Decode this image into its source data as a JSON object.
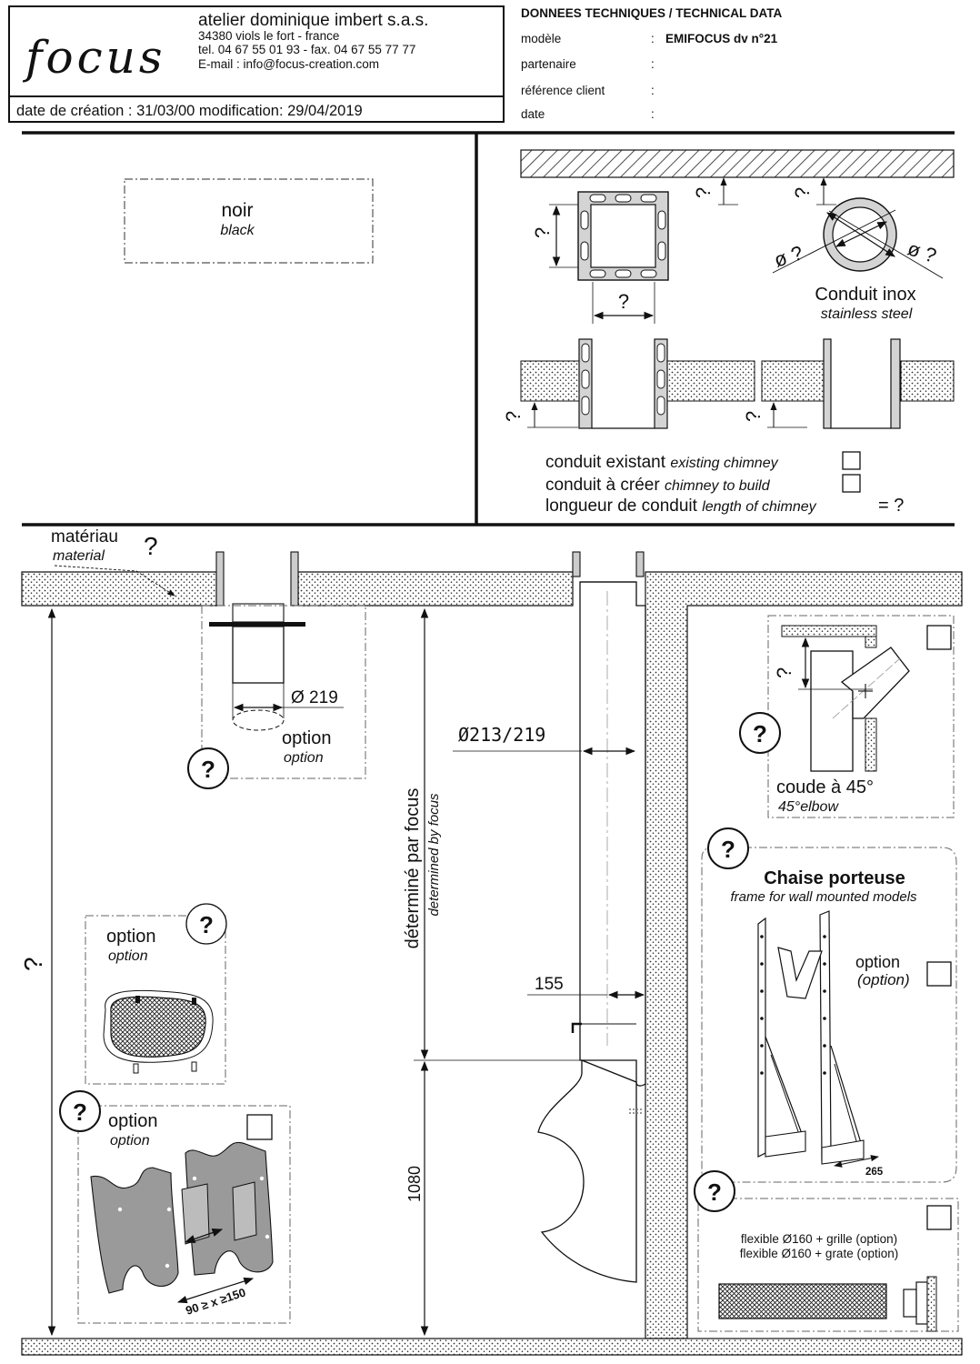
{
  "header": {
    "logo_text": "focus",
    "company": "atelier dominique imbert s.a.s.",
    "address": "34380 viols le fort  -   france",
    "phone": "tel. 04 67 55 01 93  -   fax. 04 67 55 77 77",
    "email": "E-mail : info@focus-creation.com",
    "dates": "date de création : 31/03/00  modification: 29/04/2019"
  },
  "technical": {
    "title": "DONNEES TECHNIQUES / TECHNICAL DATA",
    "rows": [
      {
        "label": "modèle",
        "value": "EMIFOCUS dv  n°21"
      },
      {
        "label": "partenaire",
        "value": ""
      },
      {
        "label": "référence client",
        "value": ""
      },
      {
        "label": "date",
        "value": ""
      }
    ],
    "colon": ":"
  },
  "color": {
    "fr": "noir",
    "en": "black"
  },
  "chimney": {
    "square_dim": "?",
    "round_label_fr": "Conduit inox",
    "round_label_en": "stainless steel",
    "diam_q": "ø ?",
    "q": "?",
    "existing_fr": "conduit existant",
    "existing_en": "existing chimney",
    "tobuild_fr": "conduit à créer",
    "tobuild_en": "chimney to build",
    "length_fr": "longueur de conduit",
    "length_en": "length of chimney",
    "length_val": "= ?"
  },
  "main": {
    "material_fr": "matériau",
    "material_en": "material",
    "q": "?",
    "diam219": "Ø 219",
    "option_fr": "option",
    "option_en": "option",
    "diam_pipe": "Ø213/219",
    "determined_fr": "déterminé par focus",
    "determined_en": "determined by focus",
    "dim155": "155",
    "dim1080": "1080",
    "plate_dim": "90 ≥ x ≥150",
    "elbow_fr": "coude à 45°",
    "elbow_en": "45°elbow",
    "chaise_title": "Chaise porteuse",
    "chaise_sub": "frame for wall mounted models",
    "option_paren": "(option)",
    "dim265": "265",
    "flex1": "flexible Ø160 + grille (option)",
    "flex2": "flexible Ø160 + grate (option)"
  }
}
